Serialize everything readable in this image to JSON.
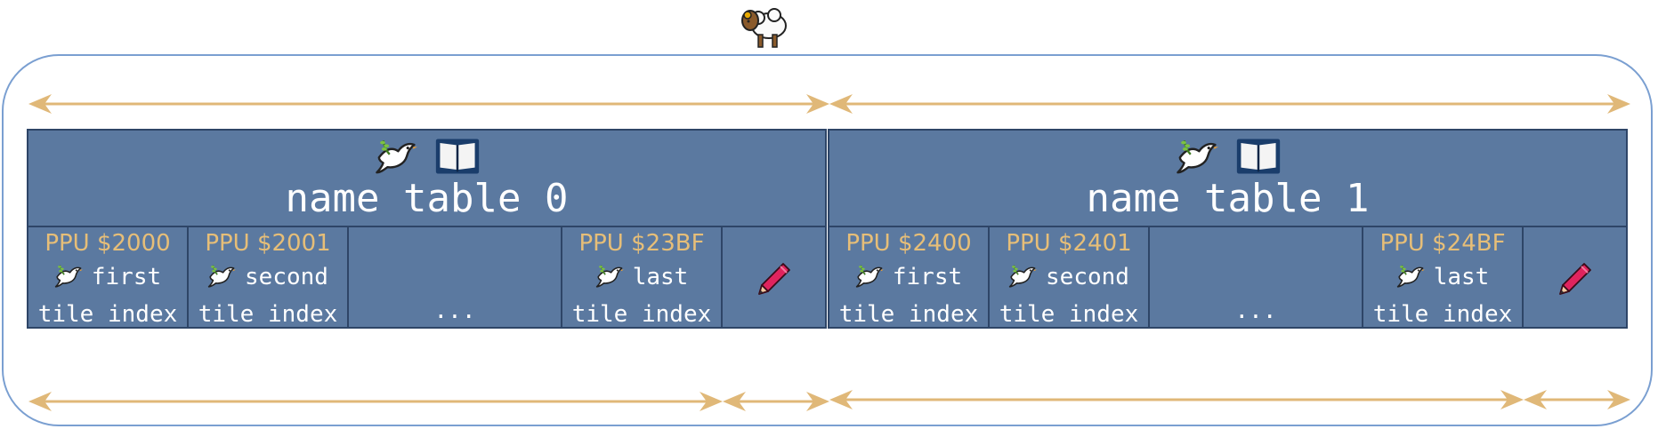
{
  "icons": {
    "top": "sheep-icon",
    "table_header": [
      "dove-icon",
      "book-icon"
    ],
    "cell": "dove-icon",
    "filler": "pencil-icon"
  },
  "colors": {
    "frame": "#7a9fd1",
    "arrow": "#e0b878",
    "table_fill": "#5b79a0",
    "table_border": "#2e4567",
    "address_text": "#e6be78",
    "label_text": "#ffffff",
    "pencil": "#e0245e"
  },
  "tables": [
    {
      "title": "name table 0",
      "cells": [
        {
          "address": "PPU $2000",
          "label": "first",
          "sub": "tile index"
        },
        {
          "address": "PPU $2001",
          "label": "second",
          "sub": "tile index"
        },
        {
          "ellipsis": "..."
        },
        {
          "address": "PPU $23BF",
          "label": "last",
          "sub": "tile index"
        }
      ]
    },
    {
      "title": "name table 1",
      "cells": [
        {
          "address": "PPU $2400",
          "label": "first",
          "sub": "tile index"
        },
        {
          "address": "PPU $2401",
          "label": "second",
          "sub": "tile index"
        },
        {
          "ellipsis": "..."
        },
        {
          "address": "PPU $24BF",
          "label": "last",
          "sub": "tile index"
        }
      ]
    }
  ]
}
